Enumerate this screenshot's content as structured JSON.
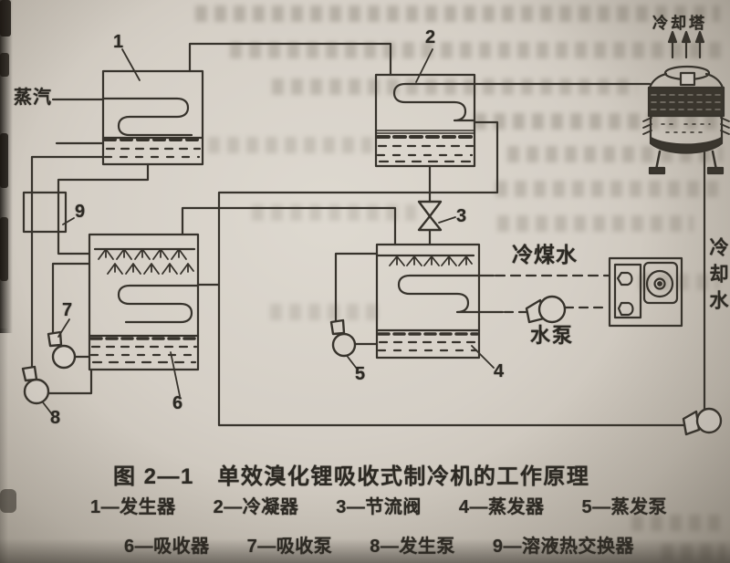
{
  "figure": {
    "caption": "图 2—1　单效溴化锂吸收式制冷机的工作原理",
    "legend_line1": "1—发生器　　2—冷凝器　　3—节流阀　　4—蒸发器　　5—蒸发泵",
    "legend_line2": "6—吸收器　　7—吸收泵　　8—发生泵　　9—溶液热交换器"
  },
  "labels": {
    "steam": "蒸汽",
    "cooling_tower": "冷却塔",
    "chilled_water": "冷煤水",
    "water_pump": "水泵",
    "cooling_water": "冷却水"
  },
  "component_numbers": {
    "n1": "1",
    "n2": "2",
    "n3": "3",
    "n4": "4",
    "n5": "5",
    "n6": "6",
    "n7": "7",
    "n8": "8",
    "n9": "9"
  },
  "colors": {
    "paper": "#d6d0c7",
    "ink": "#37332c"
  }
}
